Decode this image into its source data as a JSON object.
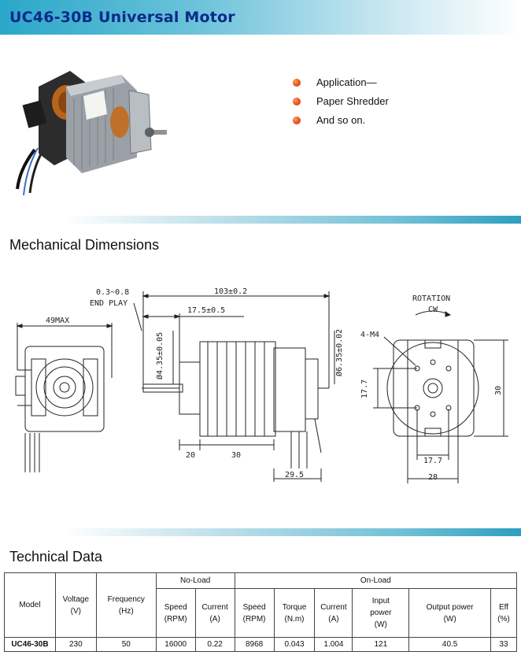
{
  "header": {
    "title": "UC46-30B Universal Motor"
  },
  "application": {
    "items": [
      "Application—",
      "Paper Shredder",
      "And so on."
    ]
  },
  "sections": {
    "mechanical": "Mechanical Dimensions",
    "technical": "Technical Data"
  },
  "drawing": {
    "end_play": "0.3~0.8",
    "end_play_label": "END PLAY",
    "overall_length": "103±0.2",
    "shaft_length": "17.5±0.5",
    "width_max": "49MAX",
    "shaft_dia": "Ø4.35±0.05",
    "boss_dia": "Ø6.35±0.02",
    "dim_20": "20",
    "dim_30": "30",
    "dim_29_5": "29.5",
    "rotation": "ROTATION",
    "rotation_dir": "CW",
    "holes": "4-M4",
    "dim_17_7_v": "17.7",
    "dim_30_v": "30",
    "dim_17_7_h": "17.7",
    "dim_28": "28"
  },
  "table": {
    "h_model": "Model",
    "h_voltage": "Voltage",
    "h_voltage_unit": "(V)",
    "h_frequency": "Frequency",
    "h_frequency_unit": "(Hz)",
    "h_noload": "No-Load",
    "h_onload": "On-Load",
    "h_speed": "Speed",
    "h_speed_unit": "(RPM)",
    "h_current": "Current",
    "h_current_unit": "(A)",
    "h_torque": "Torque",
    "h_torque_unit": "(N.m)",
    "h_input": "Input",
    "h_input_2": "power",
    "h_input_unit": "(W)",
    "h_output": "Output power",
    "h_output_unit": "(W)",
    "h_eff": "Eff",
    "h_eff_unit": "(%)",
    "row": {
      "model": "UC46-30B",
      "voltage": "230",
      "frequency": "50",
      "nl_speed": "16000",
      "nl_current": "0.22",
      "ol_speed": "8968",
      "torque": "0.043",
      "ol_current": "1.004",
      "input_power": "121",
      "output_power": "40.5",
      "eff": "33"
    }
  }
}
